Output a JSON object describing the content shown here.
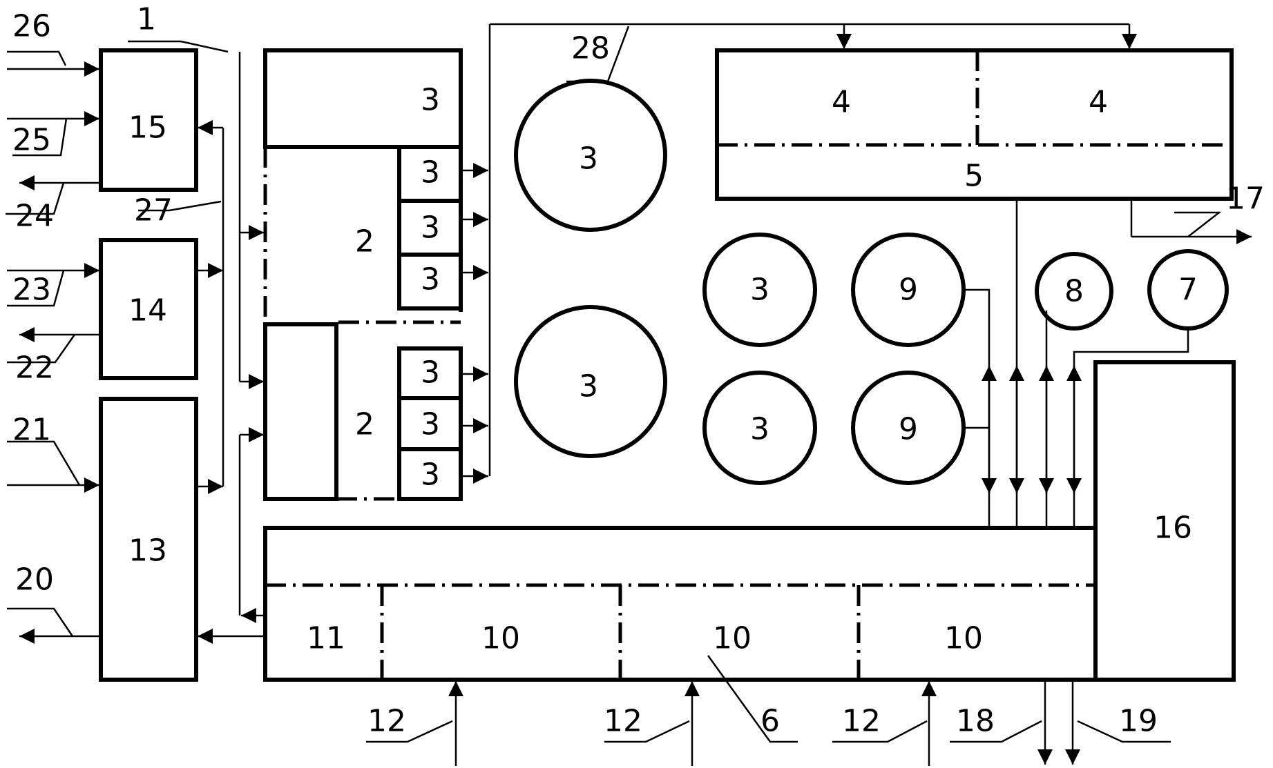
{
  "diagram": {
    "labels": [
      "1",
      "2",
      "3",
      "4",
      "5",
      "6",
      "7",
      "8",
      "9",
      "10",
      "11",
      "12",
      "13",
      "14",
      "15",
      "16",
      "17",
      "18",
      "19",
      "20",
      "21",
      "22",
      "23",
      "24",
      "25",
      "26",
      "27",
      "28"
    ]
  }
}
